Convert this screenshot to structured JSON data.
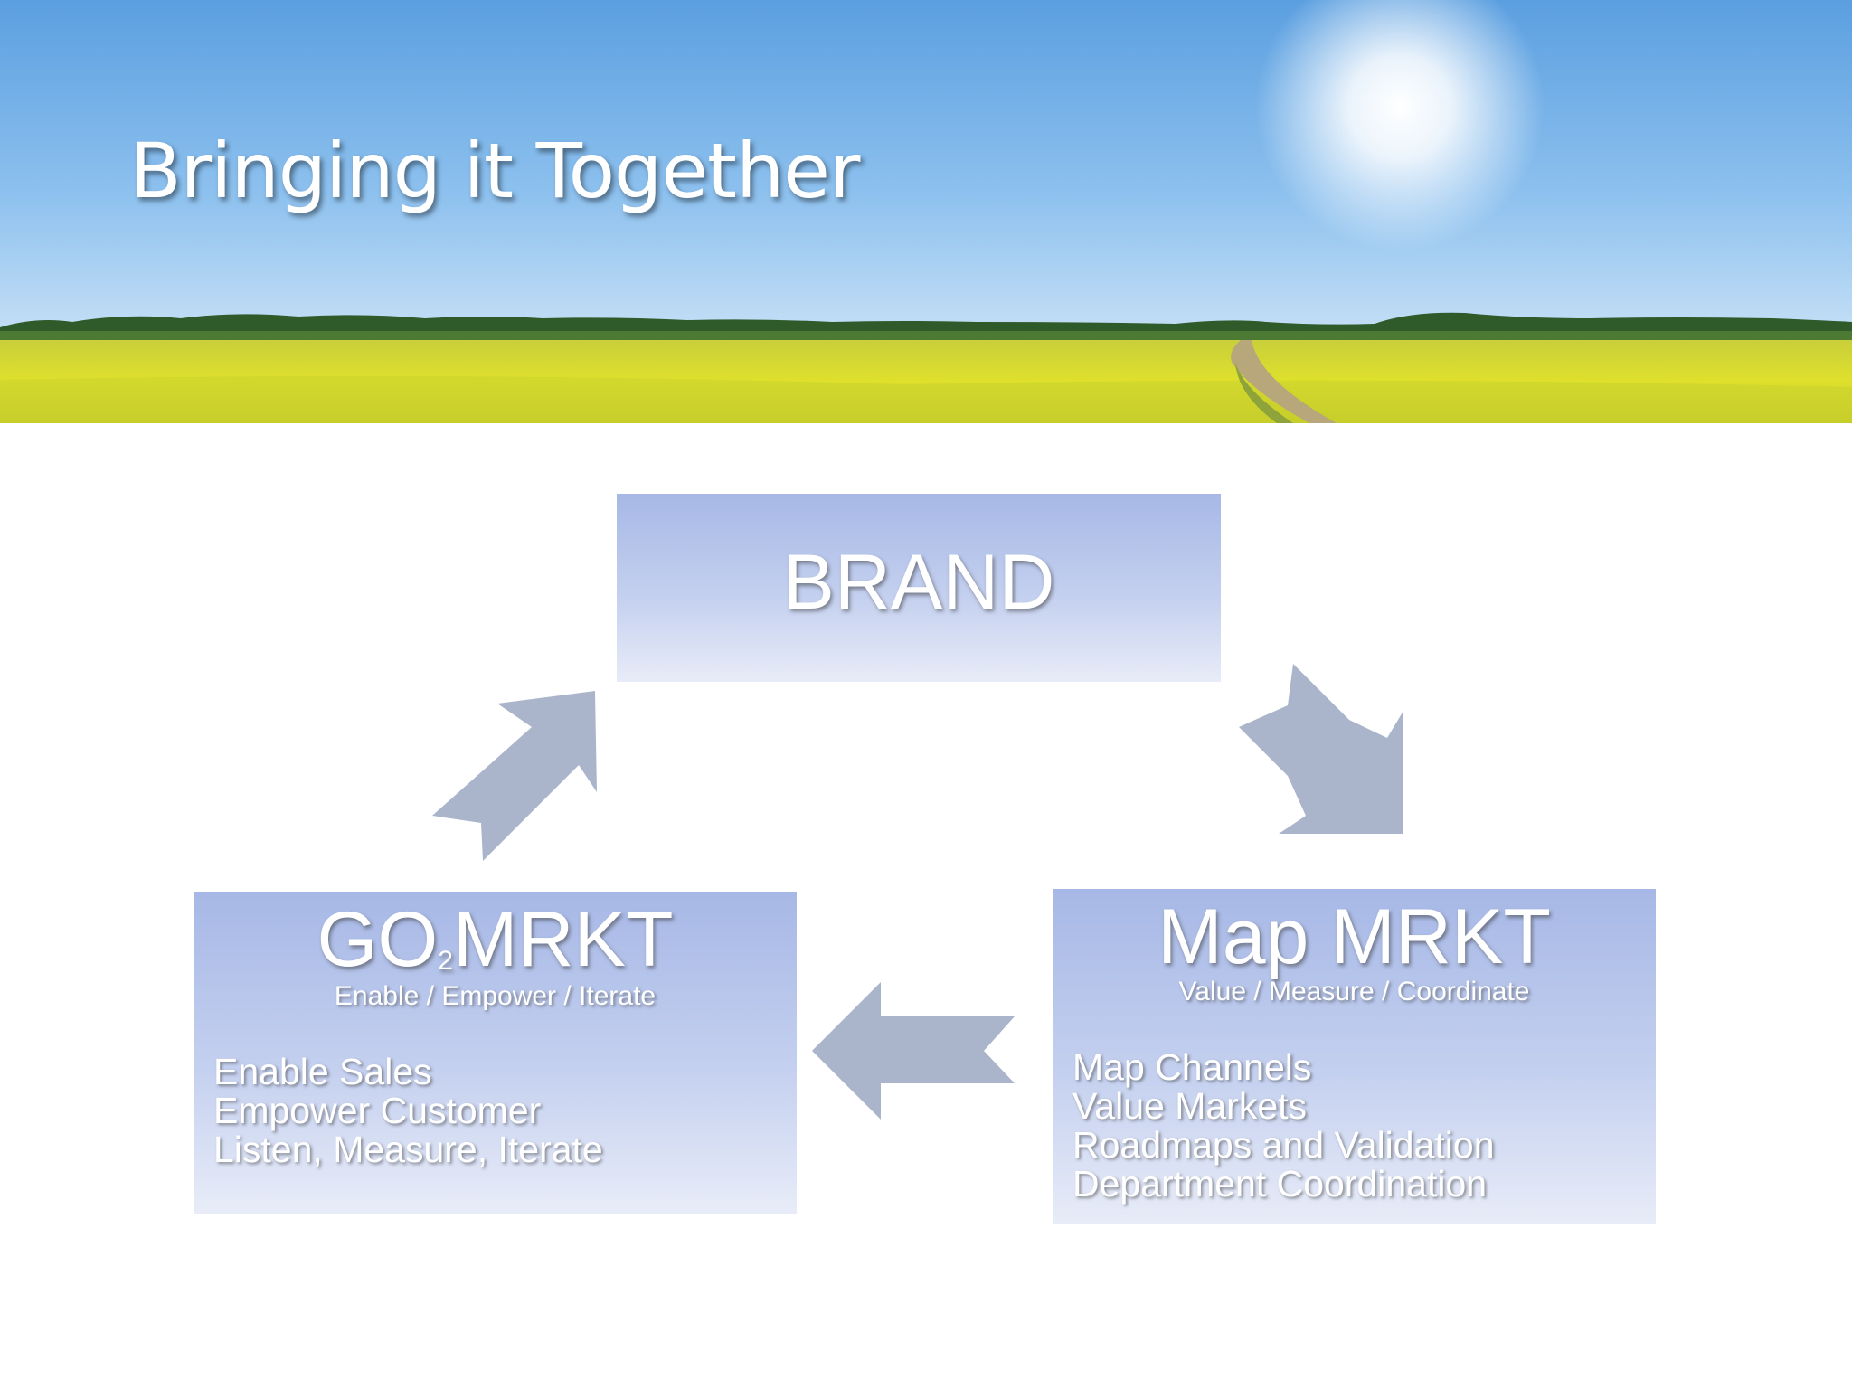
{
  "slide": {
    "title": "Bringing it Together"
  },
  "diagram": {
    "brand": {
      "title": "BRAND"
    },
    "go2mrkt": {
      "title_part1": "GO",
      "title_sub": "2",
      "title_part2": "MRKT",
      "subtitle": "Enable / Empower / Iterate",
      "items": [
        "Enable Sales",
        "Empower Customer",
        "Listen, Measure, Iterate"
      ]
    },
    "map_mrkt": {
      "title": "Map MRKT",
      "subtitle": "Value / Measure / Coordinate",
      "items": [
        "Map Channels",
        "Value Markets",
        "Roadmaps and Validation",
        "Department Coordination"
      ]
    },
    "arrows": [
      "brand-to-map-mrkt",
      "map-mrkt-to-go2mrkt",
      "go2mrkt-to-brand"
    ]
  },
  "colors": {
    "box_top": "#a7b8e6",
    "box_bottom": "#e8ecf8",
    "arrow": "#aab5cb",
    "title_text": "#ffffff"
  }
}
